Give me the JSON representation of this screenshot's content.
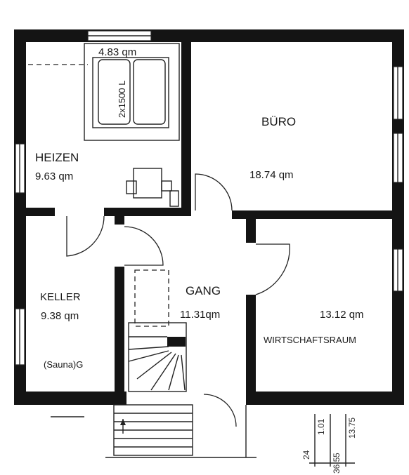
{
  "plan": {
    "rooms": [
      {
        "key": "tank",
        "name": "",
        "area": "4.83 qm"
      },
      {
        "key": "heizen",
        "name": "HEIZEN",
        "area": "9.63 qm"
      },
      {
        "key": "buero",
        "name": "BÜRO",
        "area": "18.74 qm"
      },
      {
        "key": "keller",
        "name": "KELLER",
        "area": "9.38 qm"
      },
      {
        "key": "gang",
        "name": "GANG",
        "area": "11.31qm"
      },
      {
        "key": "wirtschaft",
        "name": "WIRTSCHAFTSRAUM",
        "area": "13.12 qm"
      }
    ],
    "tank_label": "2x1500 L",
    "sauna_label": "(Sauna)G",
    "dimensions": [
      "1.01",
      "5",
      "13.75",
      "36.5",
      "24"
    ]
  },
  "colors": {
    "ink": "#141414",
    "paper": "#ffffff"
  }
}
